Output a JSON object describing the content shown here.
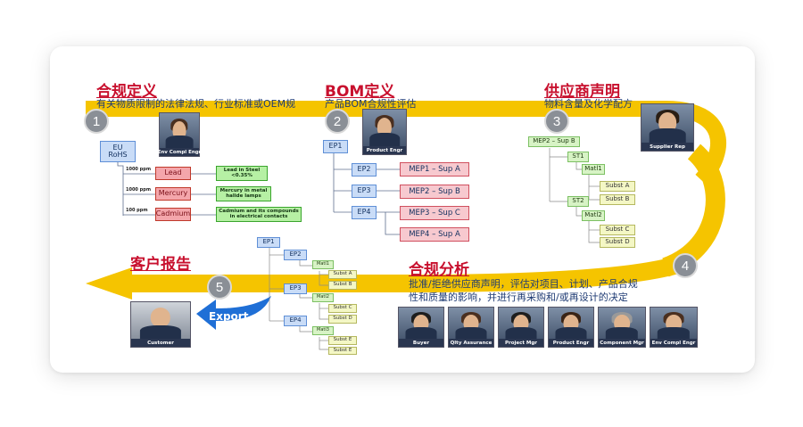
{
  "stages": {
    "s1": {
      "num": "1",
      "title": "合规定义",
      "subtitle": "有关物质限制的法律法规、行业标准或OEM规"
    },
    "s2": {
      "num": "2",
      "title": "BOM定义",
      "subtitle": "产品BOM合规性评估"
    },
    "s3": {
      "num": "3",
      "title": "供应商声明",
      "subtitle": "物料含量及化学配方"
    },
    "s4": {
      "num": "4",
      "title": "合规分析",
      "subtitle_line1": "批准/拒绝供应商声明，评估对项目、计划、产品合规",
      "subtitle_line2": "性和质量的影响，并进行再采购和/或再设计的决定"
    },
    "s5": {
      "num": "5",
      "title": "客户报告",
      "export_label": "Export"
    }
  },
  "people": {
    "env_compl_engr": "Env Compl Engr",
    "product_engr": "Product Engr",
    "supplier_rep": "Supplier Rep",
    "customer": "Customer",
    "team": [
      "Buyer",
      "Qlty Assurance",
      "Project Mgr",
      "Product Engr",
      "Component Mgr",
      "Env Compl Engr"
    ]
  },
  "regulation": {
    "root": "EU\nRoHS",
    "items": [
      {
        "ppm": "1000 ppm",
        "substance": "Lead",
        "note": "Lead in Steel\n<0.35%"
      },
      {
        "ppm": "1000 ppm",
        "substance": "Mercury",
        "note": "Mercury in metal\nhalide lamps"
      },
      {
        "ppm": "100 ppm",
        "substance": "Cadmium",
        "note": "Cadmium and its compounds\nin electrical contacts"
      }
    ]
  },
  "bom": {
    "root": "EP1",
    "children": [
      "EP2",
      "EP3",
      "EP4"
    ],
    "parts": [
      "MEP1 – Sup A",
      "MEP2 – Sup B",
      "MEP3 – Sup C",
      "MEP4 – Sup A"
    ]
  },
  "supplier_tree": {
    "root": "MEP2 – Sup B",
    "st1": "ST1",
    "matl1": "Matl1",
    "subst_a": "Subst A",
    "subst_b": "Subst B",
    "st2": "ST2",
    "matl2": "Matl2",
    "subst_c": "Subst C",
    "subst_d": "Subst D"
  },
  "report_tree": {
    "ep1": "EP1",
    "ep2": "EP2",
    "ep3": "EP3",
    "ep4": "EP4",
    "matl1": "Matl1",
    "matl2": "Matl2",
    "matl3": "Matl3",
    "substs": [
      "Subst A",
      "Subst B",
      "Subst C",
      "Subst D",
      "Subst E",
      "Subst E"
    ]
  },
  "colors": {
    "arrow": "#f5c400",
    "title_red": "#c8102e",
    "export_blue": "#1f6fd6"
  }
}
